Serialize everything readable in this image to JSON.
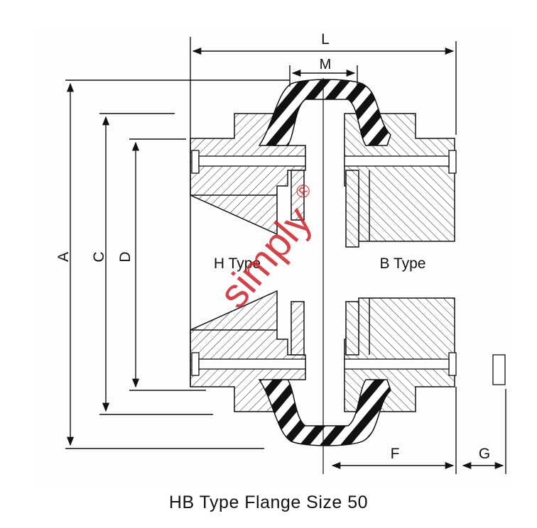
{
  "dimensions": {
    "L": "L",
    "M": "M",
    "A": "A",
    "C": "C",
    "D": "D",
    "F": "F",
    "G": "G"
  },
  "labels": {
    "left_half": "H Type",
    "right_half": "B Type"
  },
  "watermark": {
    "text": "simply",
    "mark": "®",
    "color": "#c8262c"
  },
  "caption": "HB Type Flange Size 50",
  "colors": {
    "line": "#111111",
    "rubber": "#111111",
    "watermark": "#c8262c"
  }
}
